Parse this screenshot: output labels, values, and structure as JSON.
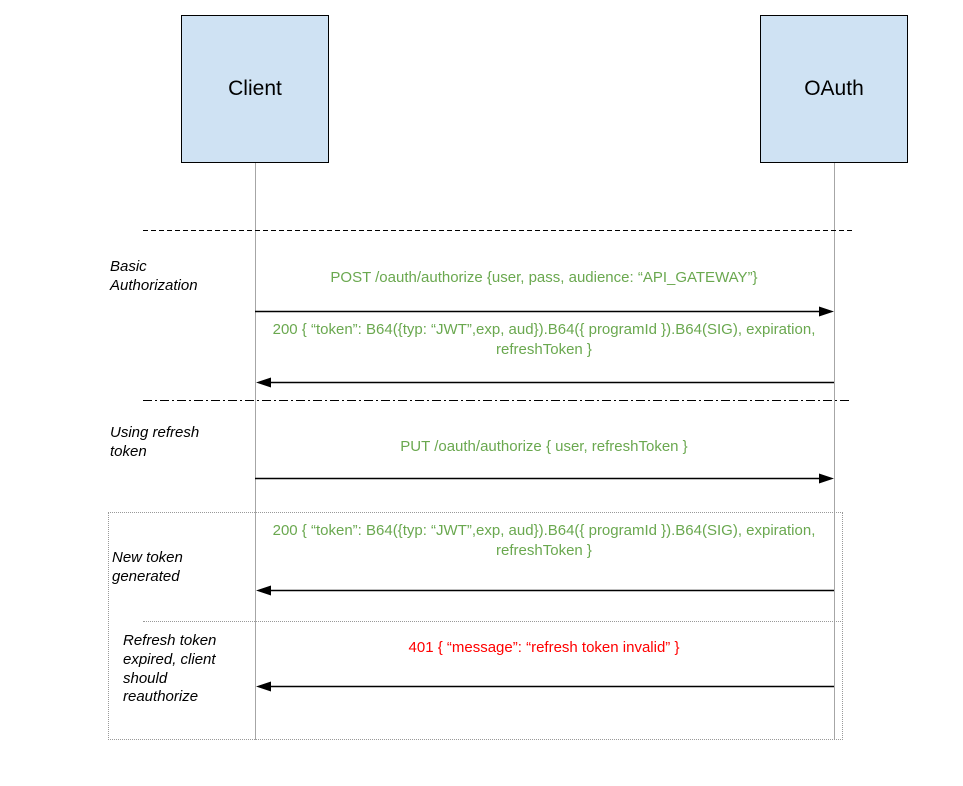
{
  "actors": {
    "client": "Client",
    "oauth": "OAuth"
  },
  "sections": {
    "basic_auth_label": "Basic Authorization",
    "using_refresh_label": "Using refresh token",
    "new_token_label": "New token generated",
    "refresh_expired_label": "Refresh token expired, client should reauthorize"
  },
  "messages": {
    "post_authorize": "POST /oauth/authorize {user, pass, audience: “API_GATEWAY”}",
    "token_response_first": "200 { “token”: B64({typ: “JWT”,exp, aud}).B64({ programId }).B64(SIG), expiration, refreshToken }",
    "put_refresh": "PUT /oauth/authorize { user, refreshToken }",
    "token_response_second": "200 { “token”: B64({typ: “JWT”,exp, aud}).B64({ programId }).B64(SIG), expiration, refreshToken }",
    "unauthorized_response": "401 { “message”: “refresh token invalid” }"
  },
  "colors": {
    "actor_fill": "#cfe2f3",
    "actor_border": "#000000",
    "success_green": "#6aa84f",
    "error_red": "#ff0000",
    "lifeline_gray": "#a6a6a6",
    "fragment_border_gray": "#999999",
    "separator_black": "#000000"
  }
}
